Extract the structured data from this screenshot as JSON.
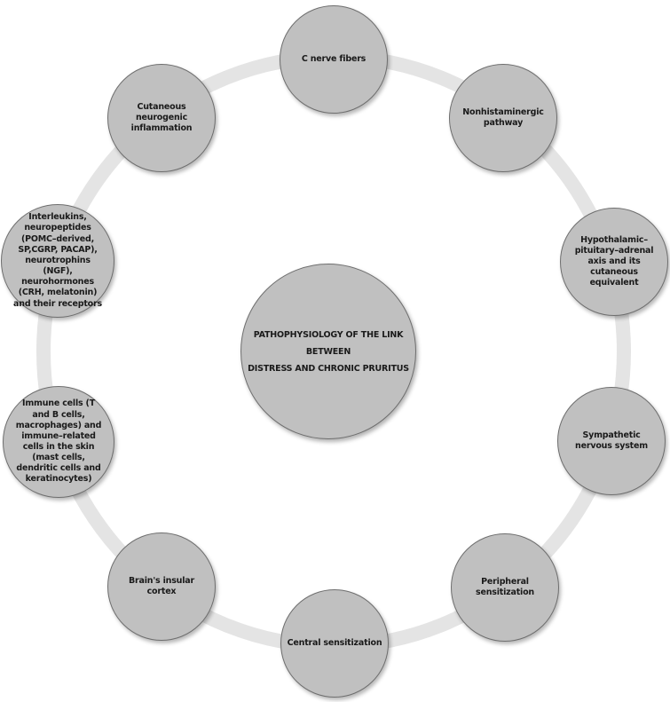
{
  "center": {
    "lines": [
      "PATHOPHYSIOLOGY OF THE LINK",
      "BETWEEN",
      "DISTRESS AND CHRONIC PRURITUS"
    ]
  },
  "nodes": [
    {
      "id": "c-nerve-fibers",
      "label": "C nerve fibers"
    },
    {
      "id": "nonhistaminergic-pathway",
      "label": "Nonhistaminergic pathway"
    },
    {
      "id": "hpa-axis",
      "label": "Hypothalamic–pituitary–adrenal axis and its cutaneous equivalent"
    },
    {
      "id": "sympathetic-nervous-system",
      "label": "Sympathetic nervous system"
    },
    {
      "id": "peripheral-sensitization",
      "label": "Peripheral sensitization"
    },
    {
      "id": "central-sensitization",
      "label": "Central sensitization"
    },
    {
      "id": "brains-insular-cortex",
      "label": "Brain's insular cortex"
    },
    {
      "id": "immune-cells",
      "label": "Immune cells (T and B cells, macrophages) and immune–related cells in the skin (mast cells, dendritic cells and keratinocytes)"
    },
    {
      "id": "interleukins-neuropeptides",
      "label": "Interleukins, neuropeptides (POMC–derived, SP,CGRP, PACAP), neurotrophins (NGF), neurohormones (CRH, melatonin) and their receptors"
    },
    {
      "id": "cutaneous-neurogenic-inflammation",
      "label": "Cutaneous neurogenic inflammation"
    }
  ],
  "colors": {
    "ring": "#e4e4e4",
    "node_fill": "#c0c0c0",
    "node_border": "#6e6e6e"
  }
}
